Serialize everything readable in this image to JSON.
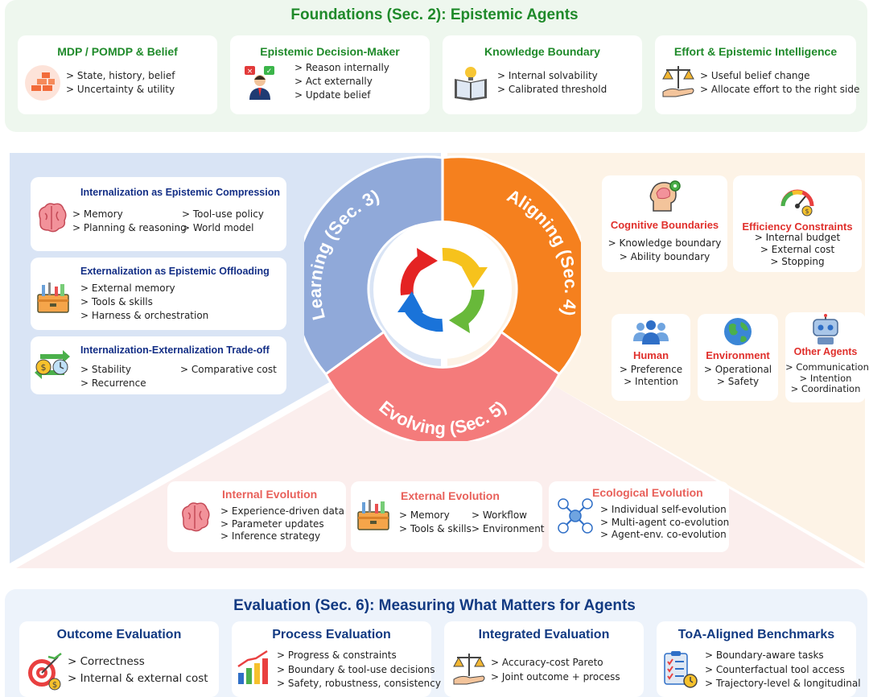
{
  "foundations": {
    "title": "Foundations (Sec. 2): Epistemic Agents",
    "cards": [
      {
        "title": "MDP / POMDP & Belief",
        "items": [
          "State, history, belief",
          "Uncertainty & utility"
        ],
        "icon": "bricks-icon"
      },
      {
        "title": "Epistemic Decision-Maker",
        "items": [
          "Reason internally",
          "Act externally",
          "Update belief"
        ],
        "icon": "decision-maker-icon"
      },
      {
        "title": "Knowledge Boundary",
        "items": [
          "Internal solvability",
          "Calibrated threshold"
        ],
        "icon": "book-bulb-icon"
      },
      {
        "title": "Effort & Epistemic Intelligence",
        "items": [
          "Useful belief change",
          "Allocate effort to the right side"
        ],
        "icon": "scale-hand-icon"
      }
    ]
  },
  "wheel": {
    "learning": "Learning (Sec. 3)",
    "aligning": "Aligning (Sec. 4)",
    "evolving": "Evolving (Sec. 5)"
  },
  "learning": {
    "cards": [
      {
        "title": "Internalization as Epistemic Compression",
        "col1": [
          "Memory",
          "Planning & reasoning"
        ],
        "col2": [
          "Tool-use policy",
          "World model"
        ],
        "icon": "brain-icon"
      },
      {
        "title": "Externalization as Epistemic Offloading",
        "col1": [
          "External memory",
          "Tools & skills",
          "Harness & orchestration"
        ],
        "col2": [],
        "icon": "toolbox-icon"
      },
      {
        "title": "Internalization-Externalization Trade-off",
        "col1": [
          "Stability",
          "Recurrence"
        ],
        "col2": [
          "Comparative cost"
        ],
        "icon": "exchange-icon"
      }
    ]
  },
  "aligning": {
    "cards": [
      {
        "title": "Cognitive Boundaries",
        "items": [
          "Knowledge boundary",
          "Ability boundary"
        ],
        "icon": "head-gear-icon"
      },
      {
        "title": "Efficiency Constraints",
        "items": [
          "Internal budget",
          "External cost",
          "Stopping"
        ],
        "icon": "gauge-icon"
      },
      {
        "title": "Human",
        "items": [
          "Preference",
          "Intention"
        ],
        "icon": "people-icon"
      },
      {
        "title": "Environment",
        "items": [
          "Operational",
          "Safety"
        ],
        "icon": "globe-icon"
      },
      {
        "title": "Other Agents",
        "items": [
          "Communication",
          "Intention",
          "Coordination"
        ],
        "icon": "robot-icon"
      }
    ]
  },
  "evolving": {
    "cards": [
      {
        "title": "Internal Evolution",
        "col1": [
          "Experience-driven data",
          "Parameter updates",
          "Inference strategy"
        ],
        "col2": [],
        "icon": "brain-icon"
      },
      {
        "title": "External Evolution",
        "col1": [
          "Memory",
          "Tools & skills"
        ],
        "col2": [
          "Workflow",
          "Environment"
        ],
        "icon": "toolbox-icon"
      },
      {
        "title": "Ecological Evolution",
        "col1": [
          "Individual self-evolution",
          "Multi-agent co-evolution",
          "Agent-env. co-evolution"
        ],
        "col2": [],
        "icon": "network-icon"
      }
    ]
  },
  "evaluation": {
    "title": "Evaluation (Sec. 6): Measuring What Matters for Agents",
    "cards": [
      {
        "title": "Outcome Evaluation",
        "items": [
          "Correctness",
          "Internal & external cost"
        ],
        "icon": "target-icon"
      },
      {
        "title": "Process Evaluation",
        "items": [
          "Progress & constraints",
          "Boundary & tool-use decisions",
          "Safety, robustness, consistency"
        ],
        "icon": "bar-chart-icon"
      },
      {
        "title": "Integrated Evaluation",
        "items": [
          "Accuracy-cost Pareto",
          "Joint outcome + process"
        ],
        "icon": "scale-hand-icon"
      },
      {
        "title": "ToA-Aligned Benchmarks",
        "items": [
          "Boundary-aware tasks",
          "Counterfactual tool access",
          "Trajectory-level & longitudinal"
        ],
        "icon": "checklist-icon"
      }
    ]
  },
  "colors": {
    "learning": "#90a9d9",
    "aligning": "#f5801e",
    "evolving": "#f47b7b",
    "foundations_band": "#eef7ee",
    "evaluation_band": "#edf3fb"
  }
}
